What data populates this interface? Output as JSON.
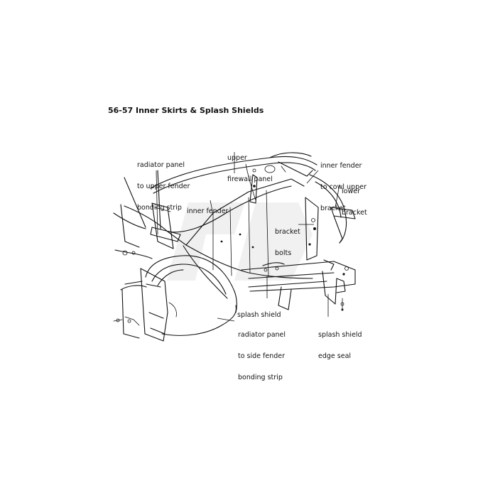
{
  "title": "56-57 Inner Skirts & Splash Shields",
  "watermark_text": "CAP",
  "labels": {
    "radiator_upper": [
      "radiator panel",
      "to upper fender",
      "bonding strip"
    ],
    "upper_firewall": [
      "upper",
      "firewall panel"
    ],
    "inner_fender_cowl": [
      "inner fender",
      "to cowl upper",
      "bracket"
    ],
    "lower_bracket": [
      "lower",
      "bracket"
    ],
    "inner_fender": [
      "inner fender"
    ],
    "bracket_bolts": [
      "bracket",
      "bolts"
    ],
    "splash_shield": [
      "splash shield"
    ],
    "radiator_side": [
      "radiator panel",
      "to side fender",
      "bonding strip"
    ],
    "splash_edge": [
      "splash shield",
      "edge seal"
    ]
  }
}
